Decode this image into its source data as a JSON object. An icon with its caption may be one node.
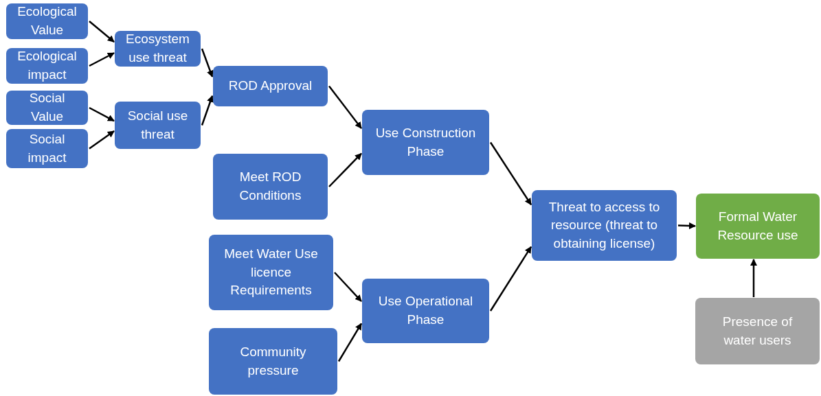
{
  "diagram": {
    "nodes": [
      {
        "text": [
          "Ecological Value"
        ]
      },
      {
        "text": [
          "Ecological impact"
        ]
      },
      {
        "text": [
          "Social Value"
        ]
      },
      {
        "text": [
          "Social impact"
        ]
      },
      {
        "text": [
          "Ecosystem use threat"
        ]
      },
      {
        "text": [
          "Social use threat"
        ]
      },
      {
        "text": [
          "ROD Approval"
        ]
      },
      {
        "text": [
          "Meet ROD Conditions"
        ]
      },
      {
        "text": [
          "Meet Water Use licence Requirements"
        ]
      },
      {
        "text": [
          "Community pressure"
        ]
      },
      {
        "text": [
          "Use Construction Phase"
        ]
      },
      {
        "text": [
          "Use Operational Phase"
        ]
      },
      {
        "text": [
          "Threat to access to resource (threat to obtaining license)"
        ]
      },
      {
        "text": [
          "Formal Water Resource use"
        ]
      },
      {
        "text": [
          "Presence of water users"
        ]
      }
    ],
    "edges": [
      {
        "from": 0,
        "to": 4,
        "arrow": "to"
      },
      {
        "from": 1,
        "to": 4,
        "arrow": "to"
      },
      {
        "from": 2,
        "to": 5,
        "arrow": "to"
      },
      {
        "from": 3,
        "to": 5,
        "arrow": "to"
      },
      {
        "from": 4,
        "to": 6,
        "arrow": "to"
      },
      {
        "from": 5,
        "to": 6,
        "arrow": "to"
      },
      {
        "from": 6,
        "to": 10,
        "arrow": "to"
      },
      {
        "from": 7,
        "to": 10,
        "arrow": "to"
      },
      {
        "from": 8,
        "to": 11,
        "arrow": "to"
      },
      {
        "from": 9,
        "to": 11,
        "arrow": "to"
      },
      {
        "from": 10,
        "to": 12,
        "arrow": "to"
      },
      {
        "from": 11,
        "to": 12,
        "arrow": "to"
      },
      {
        "from": 12,
        "to": 13,
        "arrow": "to"
      },
      {
        "from": 14,
        "to": 13,
        "arrow": "to"
      }
    ]
  }
}
